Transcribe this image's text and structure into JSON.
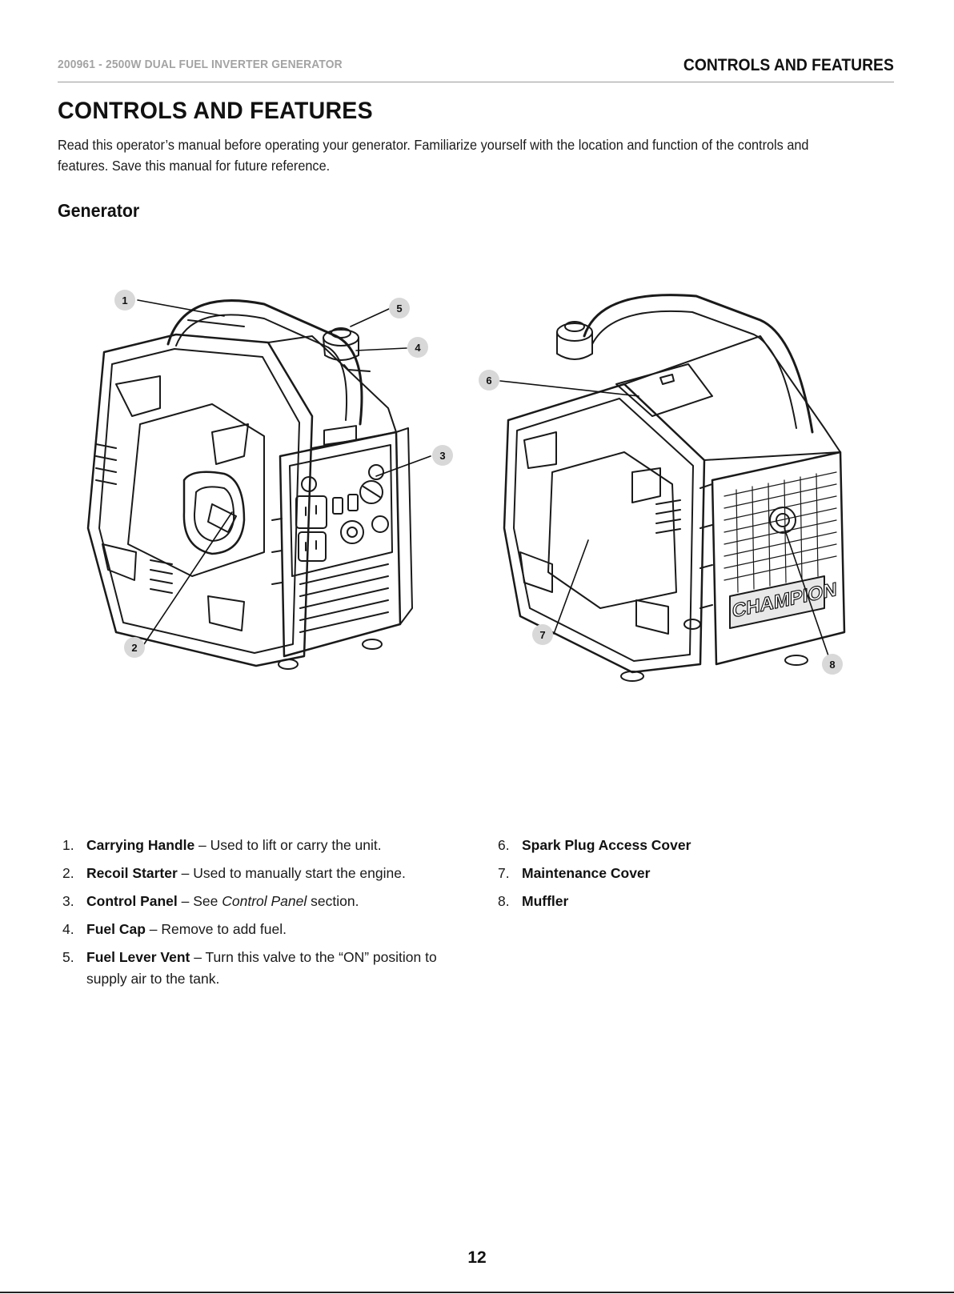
{
  "header": {
    "doc_title": "200961 - 2500W DUAL FUEL INVERTER GENERATOR",
    "section": "CONTROLS AND FEATURES"
  },
  "page_title": "CONTROLS AND FEATURES",
  "intro": "Read this operator’s manual before operating your generator. Familiarize yourself with the location and function of the controls and features. Save this manual for future reference.",
  "section_title": "Generator",
  "figure": {
    "callouts": [
      "1",
      "2",
      "3",
      "4",
      "5",
      "6",
      "7",
      "8"
    ],
    "logo_text": "CHAMPION"
  },
  "legend": {
    "left": [
      {
        "num": "1.",
        "term": "Carrying Handle",
        "desc": " – Used to lift or carry the unit."
      },
      {
        "num": "2.",
        "term": "Recoil Starter",
        "desc": " – Used to manually start the engine."
      },
      {
        "num": "3.",
        "term": "Control Panel",
        "desc_pre": " – See ",
        "ref": "Control Panel",
        "desc_post": " section."
      },
      {
        "num": "4.",
        "term": "Fuel Cap",
        "desc": " – Remove to add fuel."
      },
      {
        "num": "5.",
        "term": "Fuel Lever Vent",
        "desc": " – Turn this valve to the “ON” position to supply air to the tank."
      }
    ],
    "right": [
      {
        "num": "6.",
        "term": "Spark Plug Access Cover"
      },
      {
        "num": "7.",
        "term": "Maintenance Cover"
      },
      {
        "num": "8.",
        "term": "Muffler"
      }
    ]
  },
  "page_number": "12"
}
